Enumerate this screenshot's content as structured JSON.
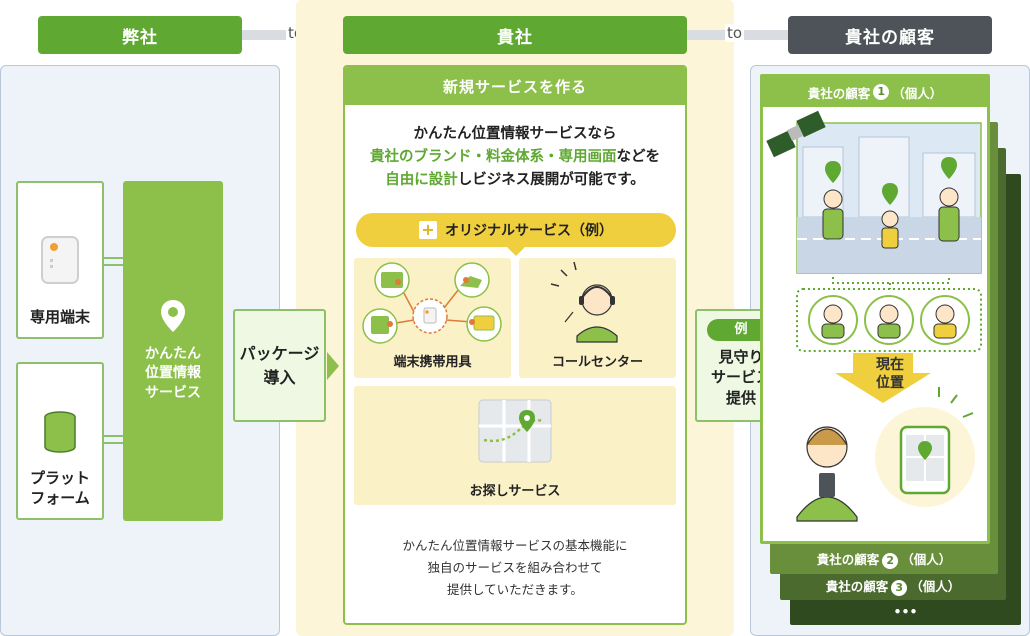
{
  "headers": {
    "our_company": "弊社",
    "your_company": "貴社",
    "your_customers": "貴社の顧客",
    "to_1": "to",
    "to_2": "to"
  },
  "left_panel": {
    "device_label": "専用端末",
    "platform_label_line1": "プラット",
    "platform_label_line2": "フォーム",
    "service_line1": "かんたん",
    "service_line2": "位置情報",
    "service_line3": "サービス"
  },
  "package": {
    "line1": "パッケージ",
    "line2": "導入"
  },
  "new_service": {
    "title": "新規サービスを作る",
    "intro_line1": "かんたん位置情報サービスなら",
    "intro_line2_highlight": "貴社のブランド・料金体系・専用画面",
    "intro_line2_rest": "などを",
    "intro_line3_highlight": "自由に設計",
    "intro_line3_rest": "しビジネス展開が可能です。",
    "original_pill": "オリジナルサービス（例）",
    "plus_symbol": "+",
    "cards": {
      "gear": "端末携帯用具",
      "call_center": "コールセンター",
      "search": "お探しサービス"
    },
    "outro_line1": "かんたん位置情報サービスの基本機能に",
    "outro_line2": "独自のサービスを組み合わせて",
    "outro_line3": "提供していただきます。"
  },
  "watch_service": {
    "example_badge": "例",
    "line1": "見守り",
    "line2": "サービス",
    "line3": "提供"
  },
  "customers": {
    "c1_prefix": "貴社の顧客",
    "c1_num": "1",
    "c1_suffix": "（個人）",
    "c2_prefix": "貴社の顧客",
    "c2_num": "2",
    "c2_suffix": "（個人）",
    "c3_prefix": "貴社の顧客",
    "c3_num": "3",
    "c3_suffix": "（個人）",
    "more": "•••",
    "current_line1": "現在",
    "current_line2": "位置"
  },
  "colors": {
    "green": "#5fa832",
    "light_green": "#8cc04a",
    "dark_gray": "#4d5358",
    "yellow": "#f0cf3e",
    "cream": "#fcf5d7",
    "pale_blue": "#eef3fa",
    "orange": "#f0a030"
  }
}
